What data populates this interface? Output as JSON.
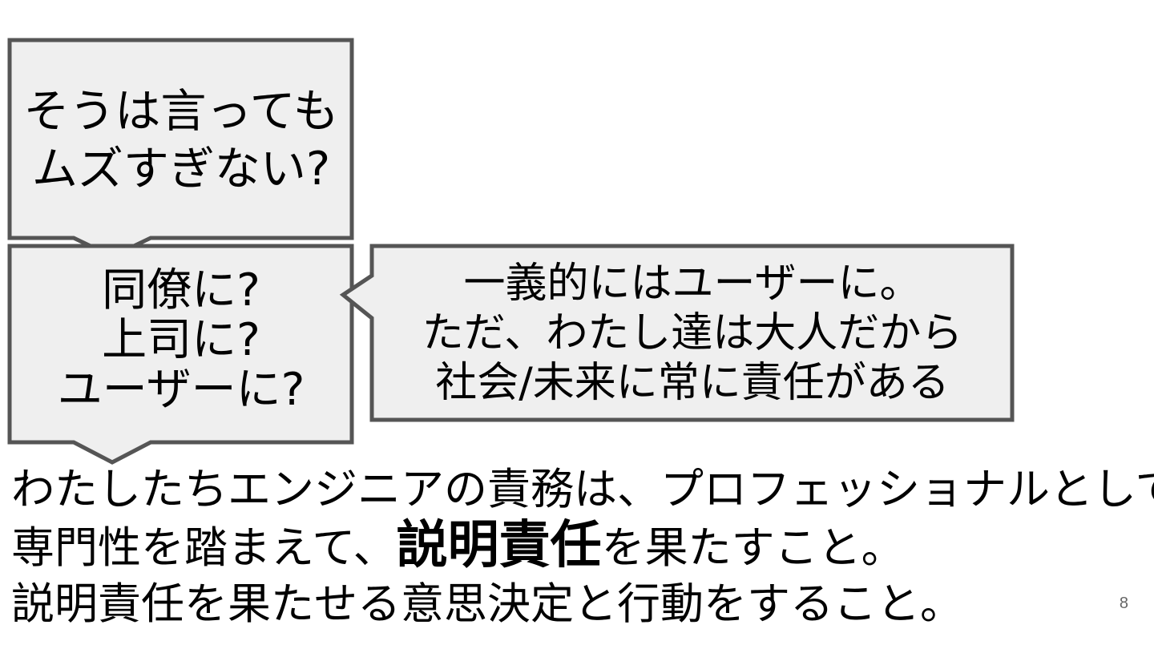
{
  "slide": {
    "bubble_question_difficulty": {
      "lines": [
        "そうは言っても",
        "ムズすぎない?"
      ]
    },
    "bubble_question_who": {
      "lines": [
        "同僚に?",
        "上司に?",
        "ユーザーに?"
      ]
    },
    "bubble_answer": {
      "lines": [
        "一義的にはユーザーに。",
        "ただ、わたし達は大人だから",
        "社会/未来に常に責任がある"
      ]
    },
    "main": {
      "line1": "わたしたちエンジニアの責務は、プロフェッショナルとして",
      "line2_prefix": "専門性を踏まえて、",
      "line2_emphasis": "説明責任",
      "line2_suffix": "を果たすこと。",
      "line3": "説明責任を果たせる意思決定と行動をすること。"
    },
    "page_number": "8"
  },
  "colors": {
    "bubble_fill": "#efefef",
    "bubble_border": "#555555",
    "text": "#000000",
    "page_number": "#666666"
  }
}
